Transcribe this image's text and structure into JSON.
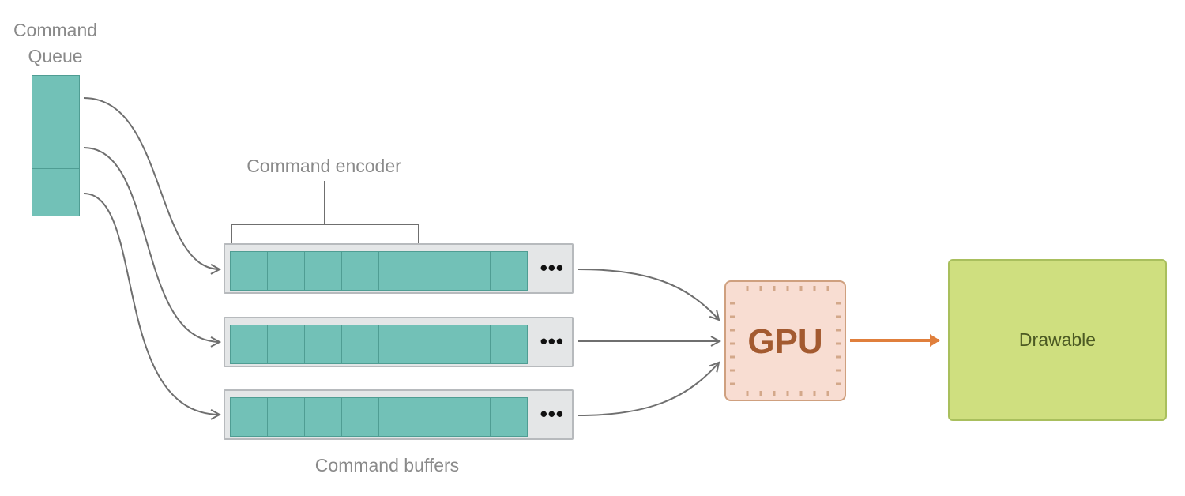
{
  "diagram": {
    "title": "Metal command submission pipeline",
    "command_queue": {
      "label_line1": "Command",
      "label_line2": "Queue",
      "slot_count": 3,
      "fill_color": "#72c1b7"
    },
    "command_encoder": {
      "label": "Command encoder",
      "spans_cells": 5
    },
    "command_buffers": {
      "label": "Command buffers",
      "count": 3,
      "cells_per_buffer": 8,
      "overflow_indicator": "•••",
      "fill_color": "#72c1b7",
      "frame_color": "#e4e6e7"
    },
    "gpu": {
      "label": "GPU",
      "fill_color": "#f8ddd2",
      "text_color": "#a35a30"
    },
    "drawable": {
      "label": "Drawable",
      "fill_color": "#cfdf7f"
    },
    "connections": [
      {
        "from": "command-queue-slot-1",
        "to": "command-buffer-1"
      },
      {
        "from": "command-queue-slot-2",
        "to": "command-buffer-2"
      },
      {
        "from": "command-queue-slot-3",
        "to": "command-buffer-3"
      },
      {
        "from": "command-buffer-1",
        "to": "gpu"
      },
      {
        "from": "command-buffer-2",
        "to": "gpu"
      },
      {
        "from": "command-buffer-3",
        "to": "gpu"
      },
      {
        "from": "gpu",
        "to": "drawable",
        "color": "#e07f3c"
      }
    ]
  }
}
